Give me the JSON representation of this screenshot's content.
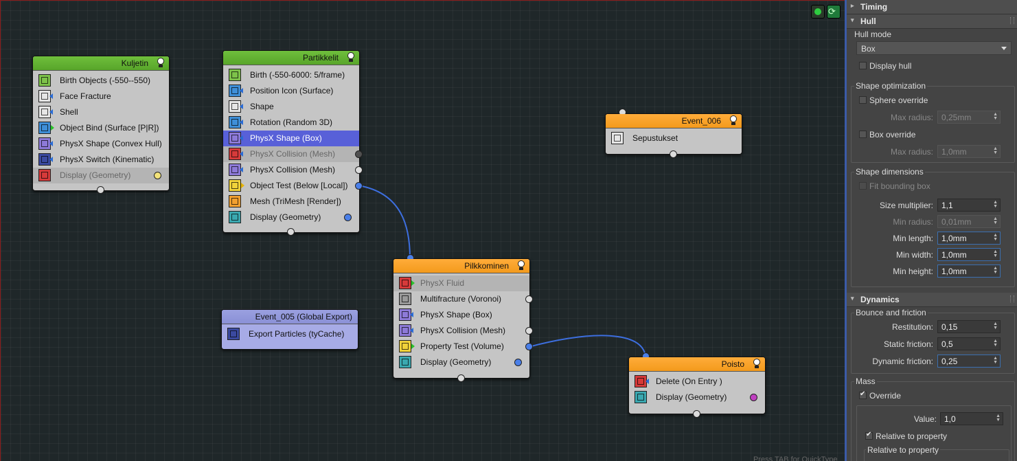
{
  "nodes": {
    "kuljetin": {
      "title": "Kuljetin",
      "operators": [
        {
          "label": "Birth Objects (-550--550)",
          "icon": "birth-objects-icon"
        },
        {
          "label": "Face Fracture",
          "icon": "face-fracture-icon"
        },
        {
          "label": "Shell",
          "icon": "shell-icon"
        },
        {
          "label": "Object Bind (Surface [P|R])",
          "icon": "object-bind-icon"
        },
        {
          "label": "PhysX Shape (Convex Hull)",
          "icon": "physx-shape-icon"
        },
        {
          "label": "PhysX Switch (Kinematic)",
          "icon": "physx-switch-icon"
        },
        {
          "label": "Display (Geometry)",
          "icon": "display-icon"
        }
      ]
    },
    "partikkelit": {
      "title": "Partikkelit",
      "operators": [
        {
          "label": "Birth (-550-6000: 5/frame)",
          "icon": "birth-icon"
        },
        {
          "label": "Position Icon (Surface)",
          "icon": "position-icon"
        },
        {
          "label": "Shape",
          "icon": "shape-icon"
        },
        {
          "label": "Rotation (Random 3D)",
          "icon": "rotation-icon"
        },
        {
          "label": "PhysX Shape (Box)",
          "icon": "physx-shape-icon"
        },
        {
          "label": "PhysX Collision (Mesh)",
          "icon": "physx-collision-icon"
        },
        {
          "label": "PhysX Collision (Mesh)",
          "icon": "physx-collision-icon"
        },
        {
          "label": "Object Test (Below [Local])",
          "icon": "object-test-icon"
        },
        {
          "label": "Mesh (TriMesh [Render])",
          "icon": "mesh-icon"
        },
        {
          "label": "Display (Geometry)",
          "icon": "display-icon"
        }
      ]
    },
    "event006": {
      "title": "Event_006",
      "operators": [
        {
          "label": "Sepustukset",
          "icon": "note-icon"
        }
      ]
    },
    "pilkkominen": {
      "title": "Pilkkominen",
      "operators": [
        {
          "label": "PhysX Fluid",
          "icon": "physx-fluid-icon"
        },
        {
          "label": "Multifracture (Voronoi)",
          "icon": "multifracture-icon"
        },
        {
          "label": "PhysX Shape (Box)",
          "icon": "physx-shape-icon"
        },
        {
          "label": "PhysX Collision (Mesh)",
          "icon": "physx-collision-icon"
        },
        {
          "label": "Property Test (Volume)",
          "icon": "property-test-icon"
        },
        {
          "label": "Display (Geometry)",
          "icon": "display-icon"
        }
      ]
    },
    "event005": {
      "title": "Event_005 (Global Export)",
      "operators": [
        {
          "label": "Export Particles (tyCache)",
          "icon": "export-particles-icon"
        }
      ]
    },
    "poisto": {
      "title": "Poisto",
      "operators": [
        {
          "label": "Delete (On Entry )",
          "icon": "delete-icon"
        },
        {
          "label": "Display (Geometry)",
          "icon": "display-icon"
        }
      ]
    }
  },
  "hint": "Press TAB for QuickType",
  "panel": {
    "timing": {
      "title": "Timing"
    },
    "hull": {
      "title": "Hull",
      "hull_mode_label": "Hull mode",
      "hull_mode_value": "Box",
      "display_hull": "Display hull",
      "shape_optimization": "Shape optimization",
      "sphere_override": "Sphere override",
      "max_radius_label": "Max radius:",
      "max_radius_1": "0,25mm",
      "box_override": "Box override",
      "max_radius_2": "1,0mm",
      "shape_dimensions": "Shape dimensions",
      "fit_bounding_box": "Fit bounding box",
      "size_multiplier_label": "Size multiplier:",
      "size_multiplier": "1,1",
      "min_radius_label": "Min radius:",
      "min_radius": "0,01mm",
      "min_length_label": "Min length:",
      "min_length": "1,0mm",
      "min_width_label": "Min width:",
      "min_width": "1,0mm",
      "min_height_label": "Min height:",
      "min_height": "1,0mm"
    },
    "dynamics": {
      "title": "Dynamics",
      "bounce_friction": "Bounce and friction",
      "restitution_label": "Restitution:",
      "restitution": "0,15",
      "static_friction_label": "Static friction:",
      "static_friction": "0,5",
      "dynamic_friction_label": "Dynamic friction:",
      "dynamic_friction": "0,25",
      "mass": "Mass",
      "override": "Override",
      "value_label": "Value:",
      "value": "1,0",
      "relative_to_property_chk": "Relative to property",
      "relative_to_property_grp": "Relative to property"
    }
  }
}
